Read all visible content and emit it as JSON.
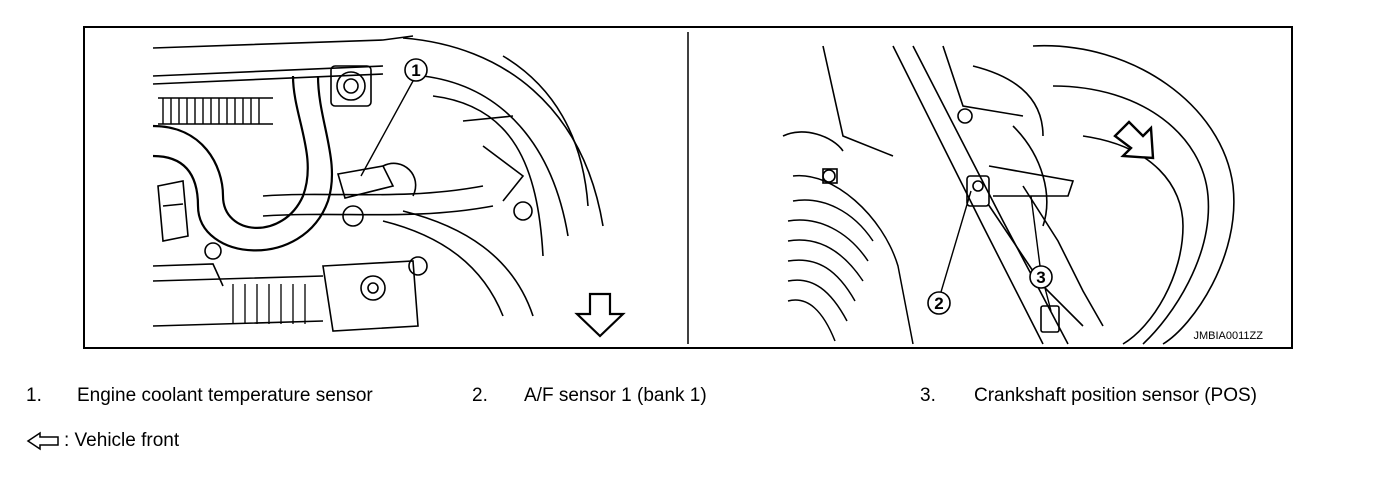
{
  "figure": {
    "image_code": "JMBIA0011ZZ",
    "callouts": [
      "1",
      "2",
      "3"
    ]
  },
  "legend": [
    {
      "number": "1.",
      "label": "Engine coolant temperature sensor"
    },
    {
      "number": "2.",
      "label": "A/F sensor 1 (bank 1)"
    },
    {
      "number": "3.",
      "label": "Crankshaft position sensor (POS)"
    }
  ],
  "front_note": {
    "icon": "hollow-arrow-left-icon",
    "label": ": Vehicle front"
  }
}
